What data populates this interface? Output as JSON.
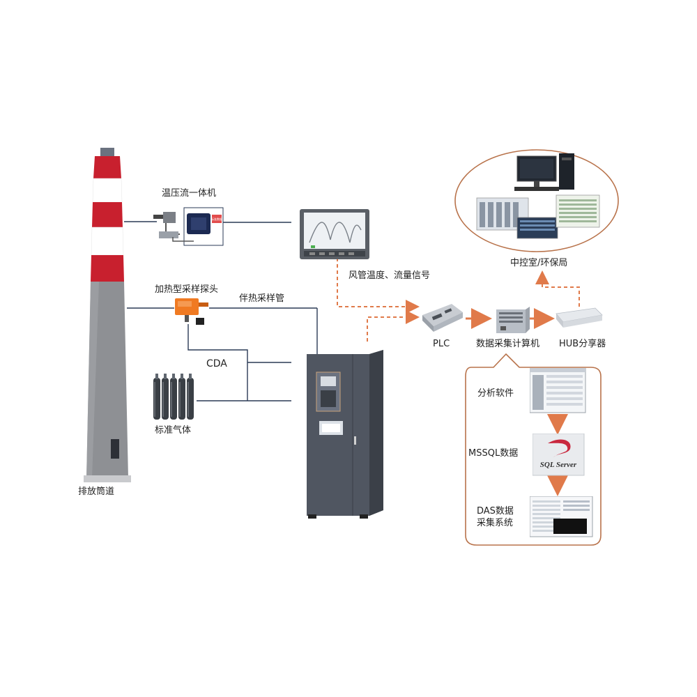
{
  "labels": {
    "chimney": "排放筒道",
    "temp_pressure_flow_unit": "温压流一体机",
    "heated_probe": "加热型采样探头",
    "heated_sample_line": "伴热采样管",
    "cda": "CDA",
    "standard_gas": "标准气体",
    "duct_signals": "风管温度、流量信号",
    "plc": "PLC",
    "daq_computer": "数据采集计算机",
    "hub": "HUB分享器",
    "control_room": "中控室/环保局",
    "analysis_software": "分析软件",
    "mssql_data": "MSSQL数据",
    "das_line1": "DAS数据",
    "das_line2": "采集系统",
    "sql_server_logo": "SQL Server",
    "display_badge": "标准数据"
  },
  "colors": {
    "chimney_red": "#c8202e",
    "chimney_white": "#ffffff",
    "chimney_gray": "#8e9094",
    "dashed_arrow": "#e07a4a",
    "solid_arrow": "#e07a4a",
    "bubble_border": "#b8724a",
    "line": "#2a3a55",
    "cabinet": "#4a5058",
    "probe_orange": "#f07a22"
  }
}
